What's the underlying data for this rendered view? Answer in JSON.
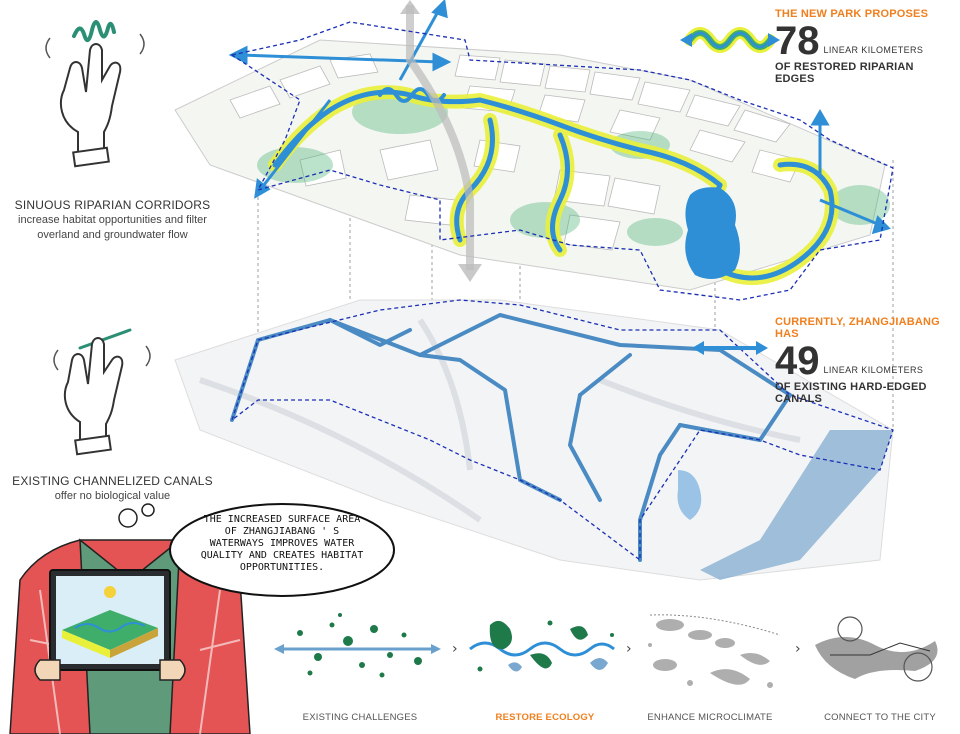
{
  "gestures": [
    {
      "title": "SINUOUS RIPARIAN CORRIDORS",
      "lines": [
        "increase habitat opportunities and filter",
        "overland and groundwater flow"
      ]
    },
    {
      "title": "EXISTING CHANNELIZED CANALS",
      "lines": [
        "offer no biological value"
      ]
    }
  ],
  "proposed": {
    "headline": "THE NEW PARK PROPOSES",
    "value": "78",
    "unit": "LINEAR KILOMETERS",
    "tail": "OF RESTORED RIPARIAN EDGES"
  },
  "current": {
    "headline": "CURRENTLY, ZHANGJIABANG HAS",
    "value": "49",
    "unit": "LINEAR KILOMETERS",
    "tail": "OF EXISTING HARD-EDGED CANALS"
  },
  "speech_bubble": "THE INCREASED SURFACE AREA OF ZHANGJIABANG ' S WATERWAYS IMPROVES WATER QUALITY AND CREATES HABITAT OPPORTUNITIES.",
  "steps": [
    {
      "label": "EXISTING CHALLENGES",
      "active": false
    },
    {
      "label": "RESTORE ECOLOGY",
      "active": true
    },
    {
      "label": "ENHANCE MICROCLIMATE",
      "active": false
    },
    {
      "label": "CONNECT TO THE CITY",
      "active": false
    }
  ],
  "colors": {
    "accent": "#f07f1d",
    "water": "#2e8fd6",
    "canal": "#4a8bc4",
    "habitat_yellow": "#e9f03a",
    "green": "#2a9e5a",
    "outline": "#1a2fb5"
  }
}
